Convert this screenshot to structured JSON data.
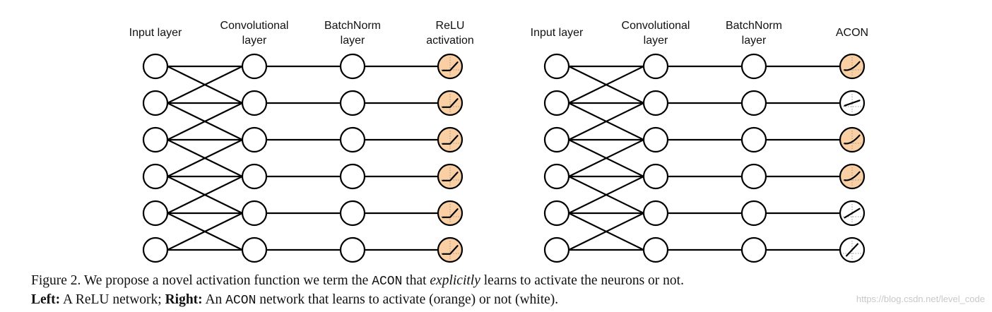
{
  "left_network": {
    "headers": [
      {
        "line1": "Input layer",
        "line2": ""
      },
      {
        "line1": "Convolutional",
        "line2": "layer"
      },
      {
        "line1": "BatchNorm",
        "line2": "layer"
      },
      {
        "line1": "ReLU",
        "line2": "activation"
      }
    ],
    "activations": [
      "relu",
      "relu",
      "relu",
      "relu",
      "relu",
      "relu"
    ],
    "activated": [
      true,
      true,
      true,
      true,
      true,
      true
    ]
  },
  "right_network": {
    "headers": [
      {
        "line1": "Input layer",
        "line2": ""
      },
      {
        "line1": "Convolutional",
        "line2": "layer"
      },
      {
        "line1": "BatchNorm",
        "line2": "layer"
      },
      {
        "line1": "ACON",
        "line2": ""
      }
    ],
    "activations": [
      "soft-relu",
      "linear-flat",
      "soft-relu",
      "soft-relu",
      "linear",
      "linear-steep"
    ],
    "activated": [
      true,
      false,
      true,
      true,
      false,
      false
    ]
  },
  "colors": {
    "activated_fill": "#f9cfa3",
    "neuron_fill": "#ffffff",
    "stroke": "#000000",
    "dotted_axis": "#999999"
  },
  "caption": {
    "line1": {
      "prefix": "Figure 2. We propose a novel activation function we term the ",
      "mono": "ACON",
      "middle": " that ",
      "italic": "explicitly",
      "suffix": " learns to activate the neurons or not."
    },
    "line2": {
      "bold_left": "Left:",
      "text_a": " A ReLU network; ",
      "bold_right": "Right:",
      "text_b": " An ",
      "mono": "ACON",
      "text_c": " network that learns to activate (orange) or not (white)."
    }
  },
  "watermark": "https://blog.csdn.net/level_code"
}
